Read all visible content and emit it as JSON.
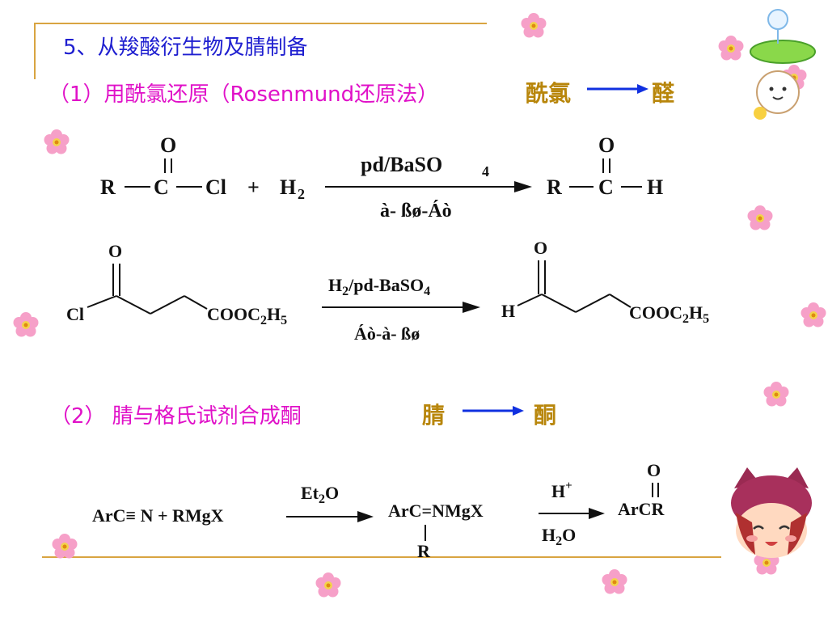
{
  "title": "5、从羧酸衍生物及腈制备",
  "section1": {
    "heading": "（1）用酰氯还原（Rosenmund还原法）",
    "from": "酰氯",
    "to": "醛",
    "reaction1": {
      "r1_R": "R",
      "r1_C": "C",
      "r1_Cl": "Cl",
      "o_top1": "O",
      "plus": "+",
      "h2": "H",
      "h2_sub": "2",
      "catalyst": "pd/BaSO",
      "catalyst_sub": "4",
      "conditions": "à- ßø-Áò",
      "p_R": "R",
      "p_C": "C",
      "p_H": "H",
      "o_top2": "O"
    },
    "reaction2": {
      "o1": "O",
      "cl": "Cl",
      "ester1": "COOC",
      "ester1_sub": "2",
      "ester1_h": "H",
      "ester1_sub2": "5",
      "reagent": "H",
      "reagent_sub": "2",
      "reagent_rest": "/pd-BaSO",
      "reagent_sub2": "4",
      "conditions": "Áò-à- ßø",
      "o2": "O",
      "h": "H",
      "ester2": "COOC",
      "ester2_sub": "2",
      "ester2_h": "H",
      "ester2_sub2": "5"
    }
  },
  "section2": {
    "heading": "（2） 腈与格氏试剂合成酮",
    "from": "腈",
    "to": "酮",
    "reaction": {
      "reactants": "ArC≡ N + RMgX",
      "solvent": "Et",
      "solvent_sub": "2",
      "solvent_rest": "O",
      "intermediate": "ArC=NMgX",
      "substituent": "R",
      "acid": "H",
      "acid_sup": "+",
      "water": "H",
      "water_sub": "2",
      "water_rest": "O",
      "product_o": "O",
      "product": "ArCR"
    }
  },
  "colors": {
    "title": "#1f1fd0",
    "heading": "#e010c8",
    "tag": "#b8860b",
    "arrow": "#1030e0",
    "frame": "#d9a441"
  }
}
